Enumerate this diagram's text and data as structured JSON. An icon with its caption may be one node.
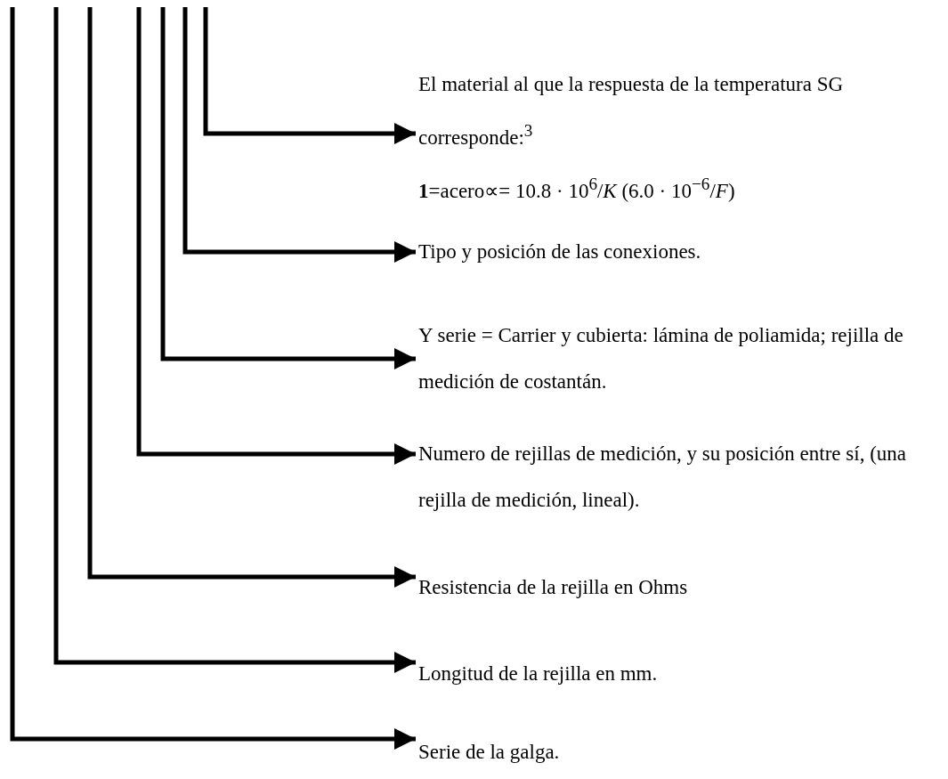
{
  "diagram": {
    "nodes": [
      {
        "text": [
          "El material al que la respuesta de la temperatura SG corresponde:$^{3}$",
          "**1**=acero∝= 10.8 · 10$^{6}$/*K* (6.0 · 10$^{−6}$/*F*)"
        ]
      },
      {
        "text": [
          "Tipo y posición de las conexiones."
        ]
      },
      {
        "text": [
          "Y serie = Carrier y cubierta: lámina de poliamida; rejilla de medición de costantán."
        ]
      },
      {
        "text": [
          "Numero de rejillas de medición, y su posición entre sí, (una rejilla de medición, lineal)."
        ]
      },
      {
        "text": [
          "Resistencia de la rejilla en Ohms"
        ]
      },
      {
        "text": [
          "Longitud de la rejilla en mm."
        ]
      },
      {
        "text": [
          "Serie de la galga."
        ]
      }
    ],
    "edges": [
      {
        "from": null,
        "to": 0,
        "arrow": "to"
      },
      {
        "from": null,
        "to": 1,
        "arrow": "to"
      },
      {
        "from": null,
        "to": 2,
        "arrow": "to"
      },
      {
        "from": null,
        "to": 3,
        "arrow": "to"
      },
      {
        "from": null,
        "to": 4,
        "arrow": "to"
      },
      {
        "from": null,
        "to": 5,
        "arrow": "to"
      },
      {
        "from": null,
        "to": 6,
        "arrow": "to"
      }
    ]
  }
}
